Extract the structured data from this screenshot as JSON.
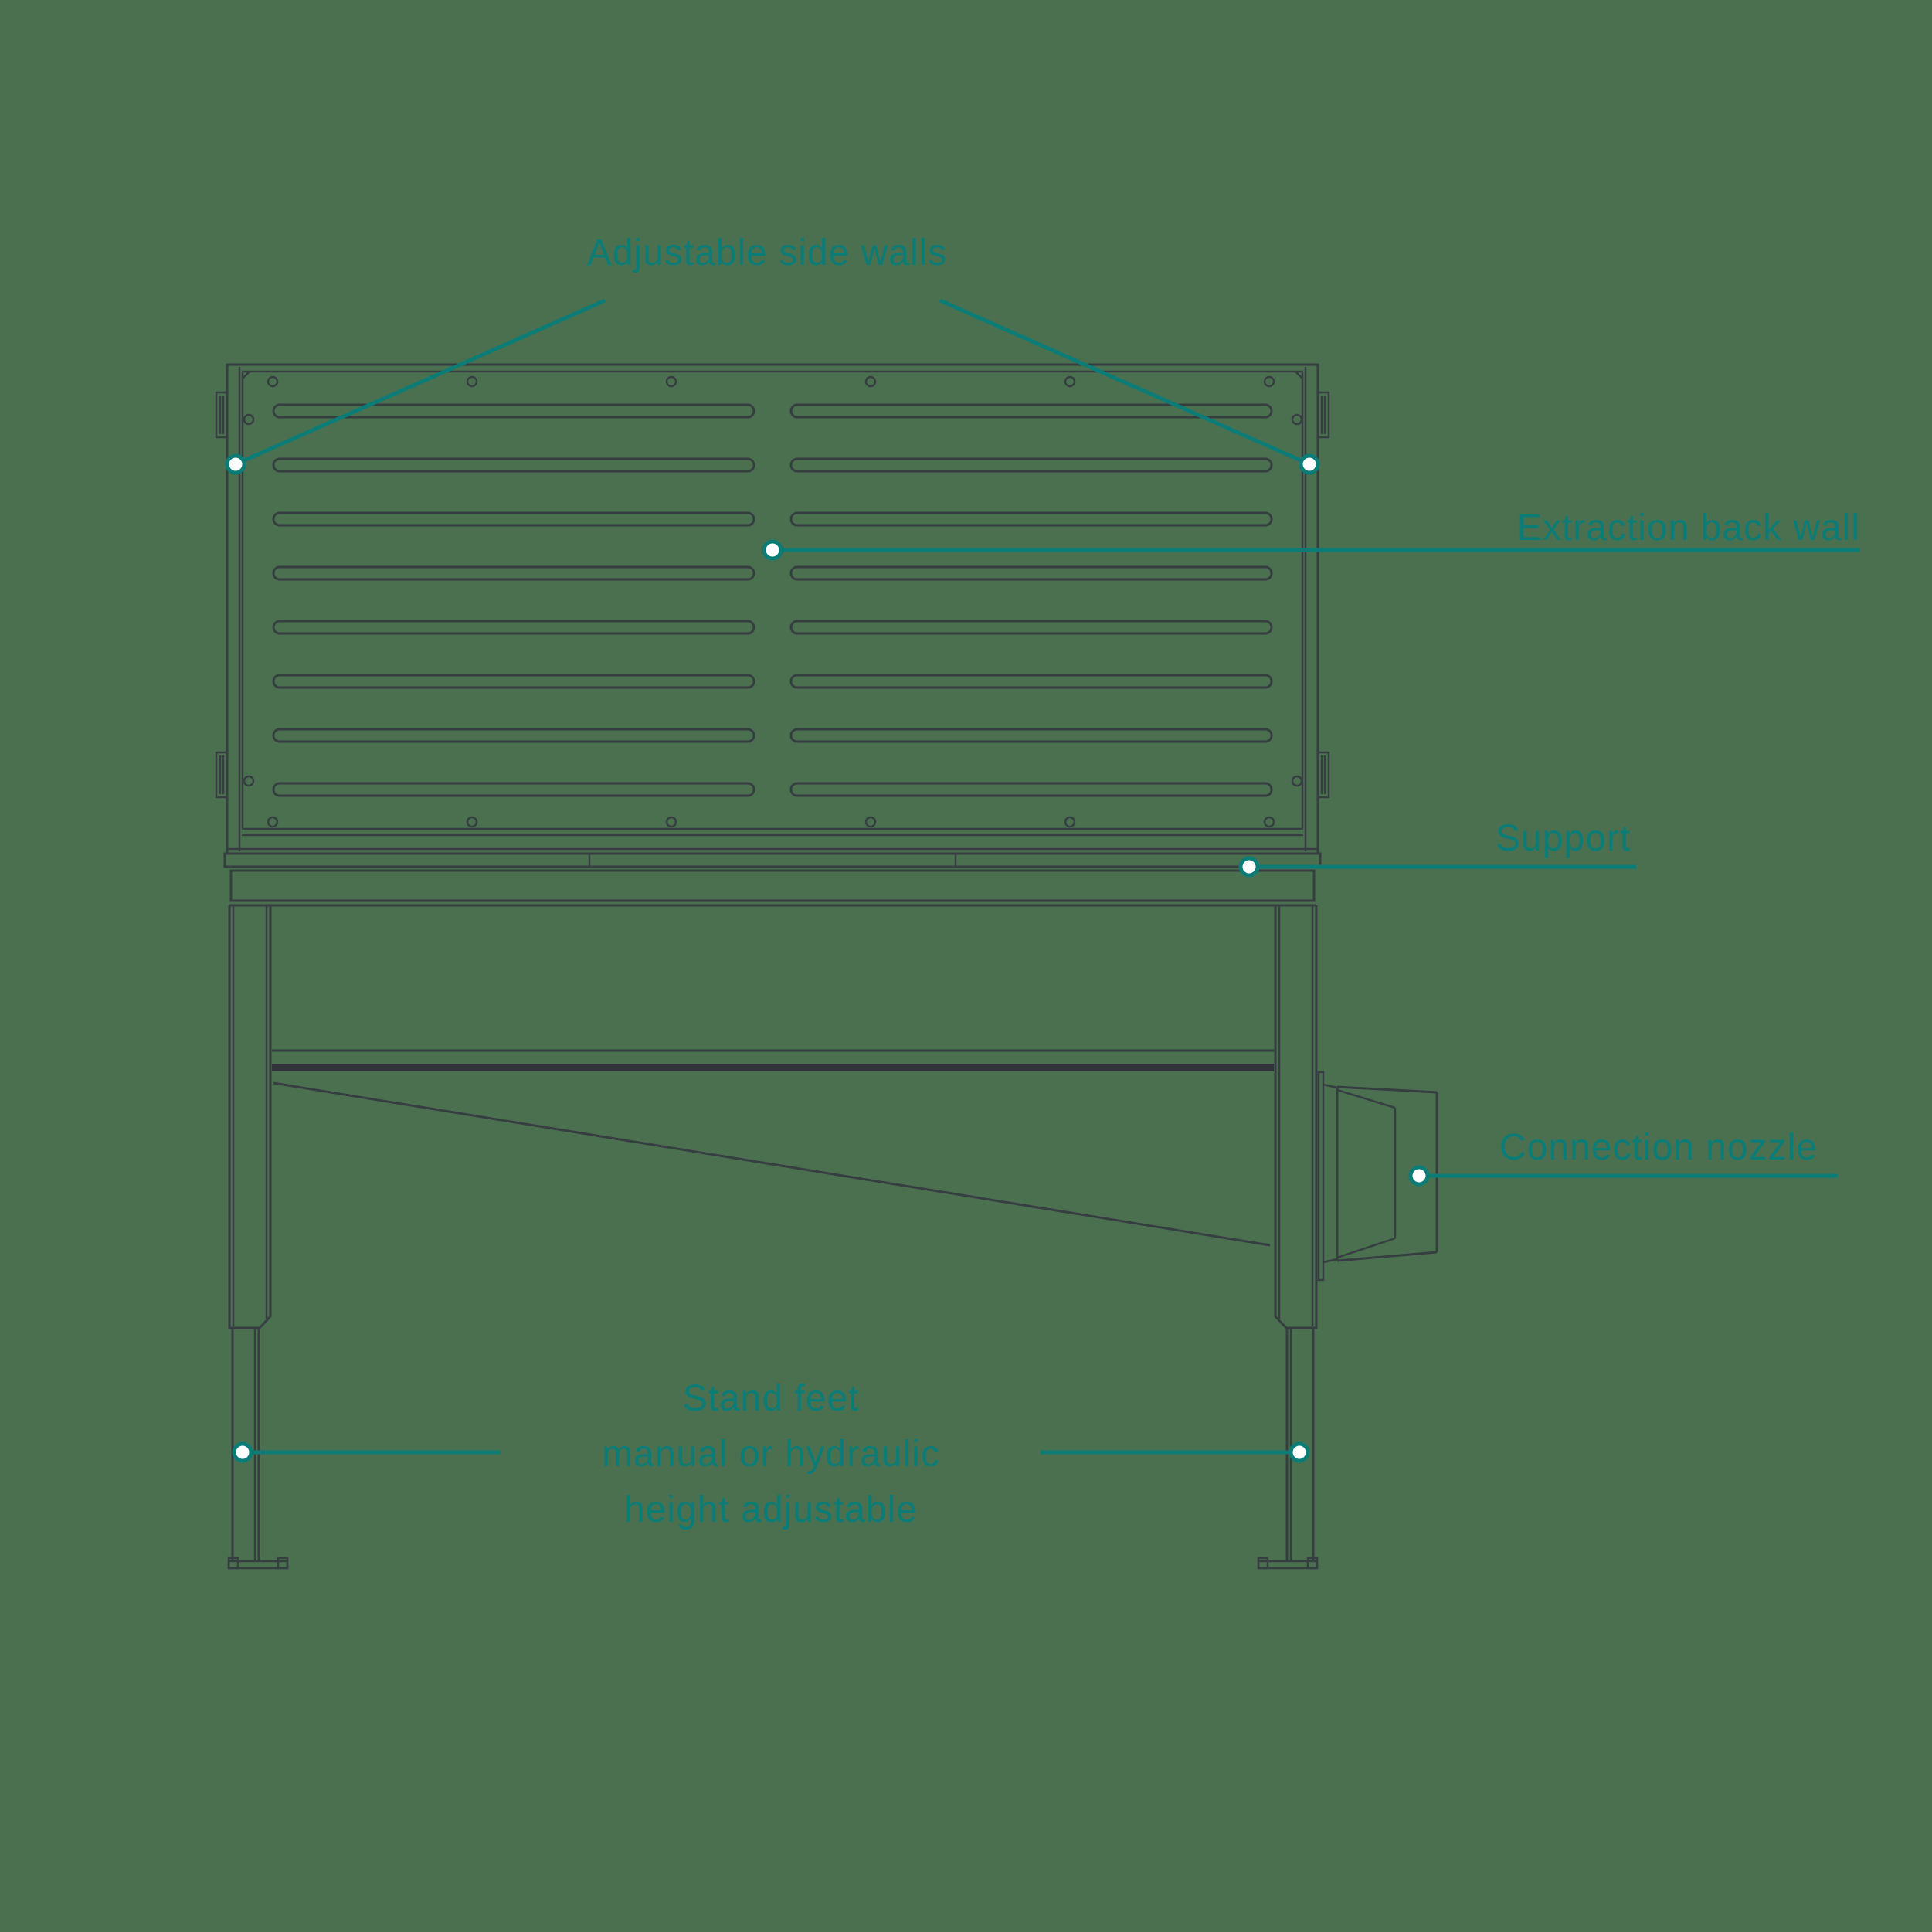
{
  "theme": {
    "bg_color": "#4A7050",
    "stroke_color": "#363E41",
    "stroke_strong_color": "#2F3437",
    "accent_color": "#0C7C77",
    "marker_fill_color": "#FFFFFF"
  },
  "labels": {
    "adjustable_side_walls": "Adjustable side walls",
    "extraction_back_wall": "Extraction back wall",
    "support": "Support",
    "connection_nozzle": "Connection nozzle",
    "stand_feet_line1": "Stand feet",
    "stand_feet_line2": "manual or hydraulic",
    "stand_feet_line3": "height adjustable"
  }
}
